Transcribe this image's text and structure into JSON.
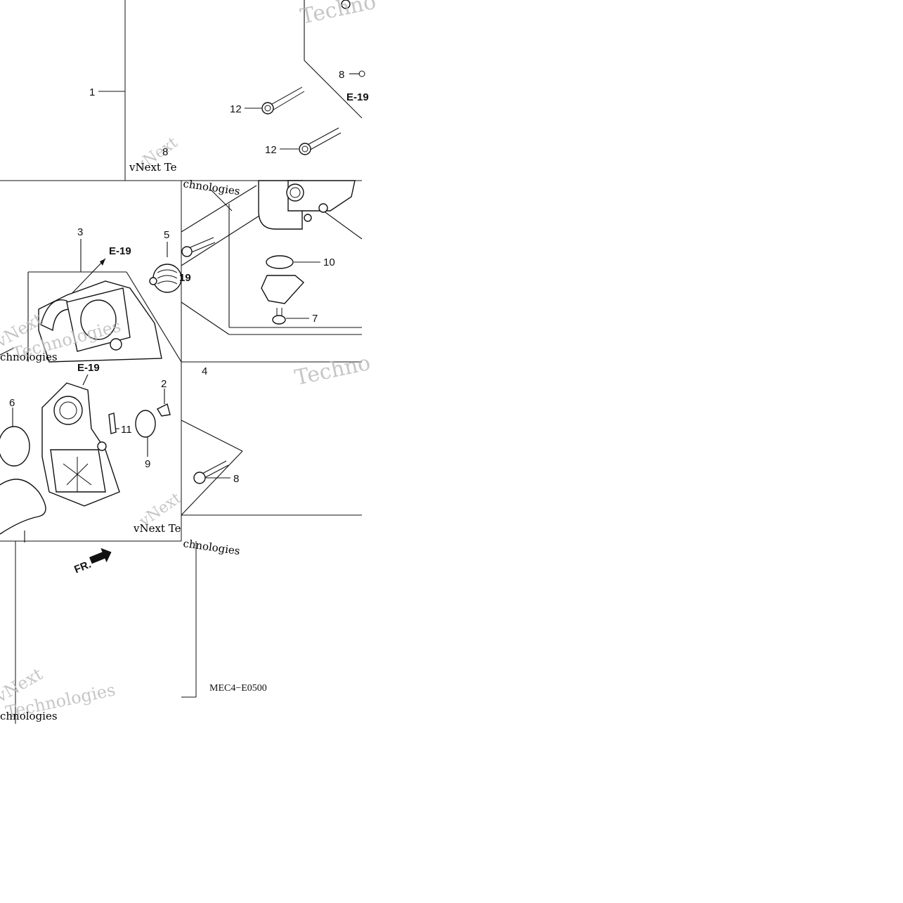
{
  "diagram": {
    "callouts": [
      "1",
      "2",
      "3",
      "4",
      "5",
      "6",
      "7",
      "8",
      "9",
      "10",
      "11",
      "12"
    ],
    "refs": [
      "E-19"
    ],
    "direction_label": "FR.",
    "drawing_code": "MEC4−E0500",
    "watermark_lines": [
      "vNext",
      "Technologies"
    ],
    "watermark_inline": "vNext Te",
    "watermark_inline_b": "chnologies",
    "watermark_big": "Techno"
  }
}
